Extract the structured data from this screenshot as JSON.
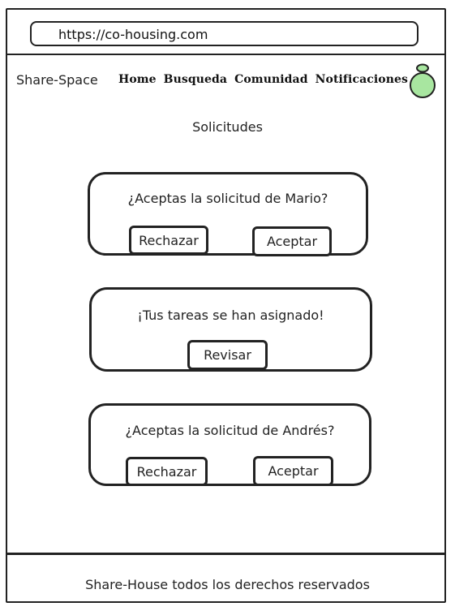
{
  "browser": {
    "url": "https://co-housing.com"
  },
  "header": {
    "brand": "Share-Space",
    "nav": [
      "Home",
      "Busqueda",
      "Comunidad",
      "Notificaciones"
    ]
  },
  "page": {
    "title": "Solicitudes"
  },
  "cards": [
    {
      "message": "¿Aceptas la solicitud de Mario?",
      "buttons": [
        "Rechazar",
        "Aceptar"
      ]
    },
    {
      "message": "¡Tus tareas se han asignado!",
      "buttons": [
        "Revisar"
      ]
    },
    {
      "message": "¿Aceptas la solicitud de Andrés?",
      "buttons": [
        "Rechazar",
        "Aceptar"
      ]
    }
  ],
  "footer": {
    "text": "Share-House todos los derechos reservados"
  },
  "colors": {
    "stroke": "#222222",
    "avatar_fill": "#a8e6a0"
  },
  "icons": {
    "avatar": "user-avatar-icon"
  }
}
